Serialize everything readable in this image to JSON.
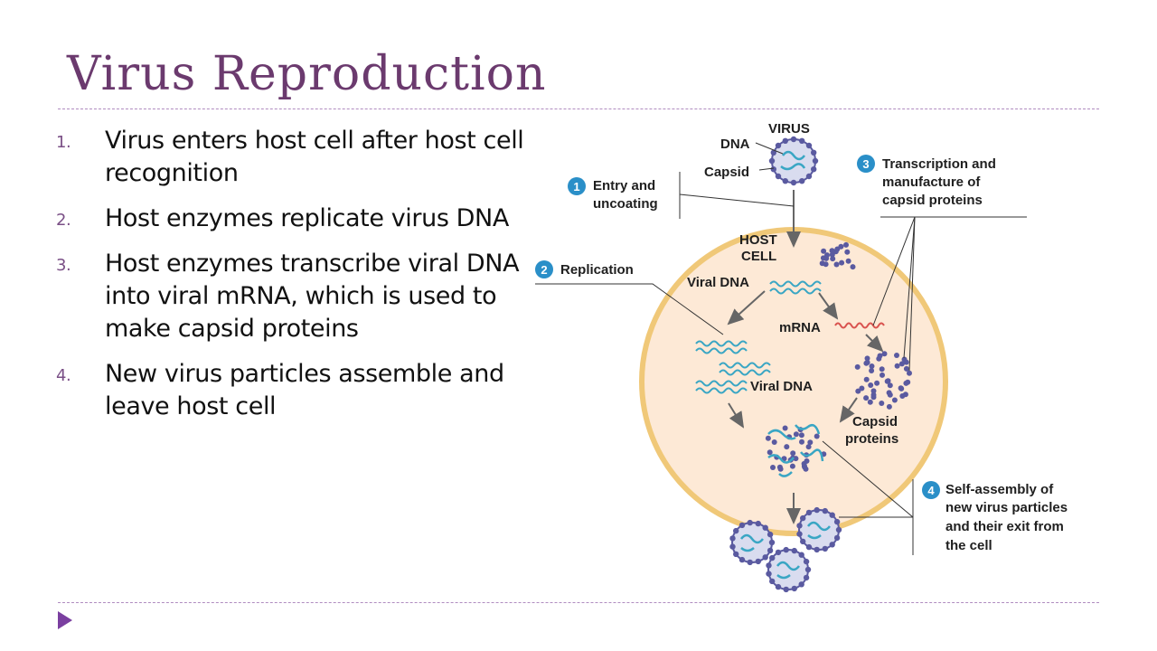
{
  "slide": {
    "title": "Virus Reproduction",
    "steps": [
      {
        "num": "1.",
        "text": "Virus enters host cell after host cell recognition"
      },
      {
        "num": "2.",
        "text": "Host enzymes replicate virus DNA"
      },
      {
        "num": "3.",
        "text": "Host enzymes transcribe viral DNA into viral mRNA, which is used to make capsid proteins"
      },
      {
        "num": "4.",
        "text": "New virus particles assemble and leave host cell"
      }
    ]
  },
  "diagram": {
    "virus": "VIRUS",
    "dna": "DNA",
    "capsid": "Capsid",
    "host_cell_1": "HOST",
    "host_cell_2": "CELL",
    "viral_dna": "Viral DNA",
    "viral_dna_2": "Viral DNA",
    "mrna": "mRNA",
    "capsid_proteins_1": "Capsid",
    "capsid_proteins_2": "proteins",
    "callouts": [
      {
        "num": "1",
        "lines": [
          "Entry and",
          "uncoating"
        ]
      },
      {
        "num": "2",
        "lines": [
          "Replication"
        ]
      },
      {
        "num": "3",
        "lines": [
          "Transcription and",
          "manufacture of",
          "capsid proteins"
        ]
      },
      {
        "num": "4",
        "lines": [
          "Self-assembly of",
          "new virus particles",
          "and their exit from",
          "the cell"
        ]
      }
    ]
  },
  "colors": {
    "title": "#6b3a6e",
    "callout_badge": "#2a8fc8",
    "cell_fill": "#fde9d6",
    "cell_border": "#f0c878",
    "dna": "#3aa6c4",
    "mrna": "#d9534f",
    "capsid": "#5a5aa0"
  }
}
